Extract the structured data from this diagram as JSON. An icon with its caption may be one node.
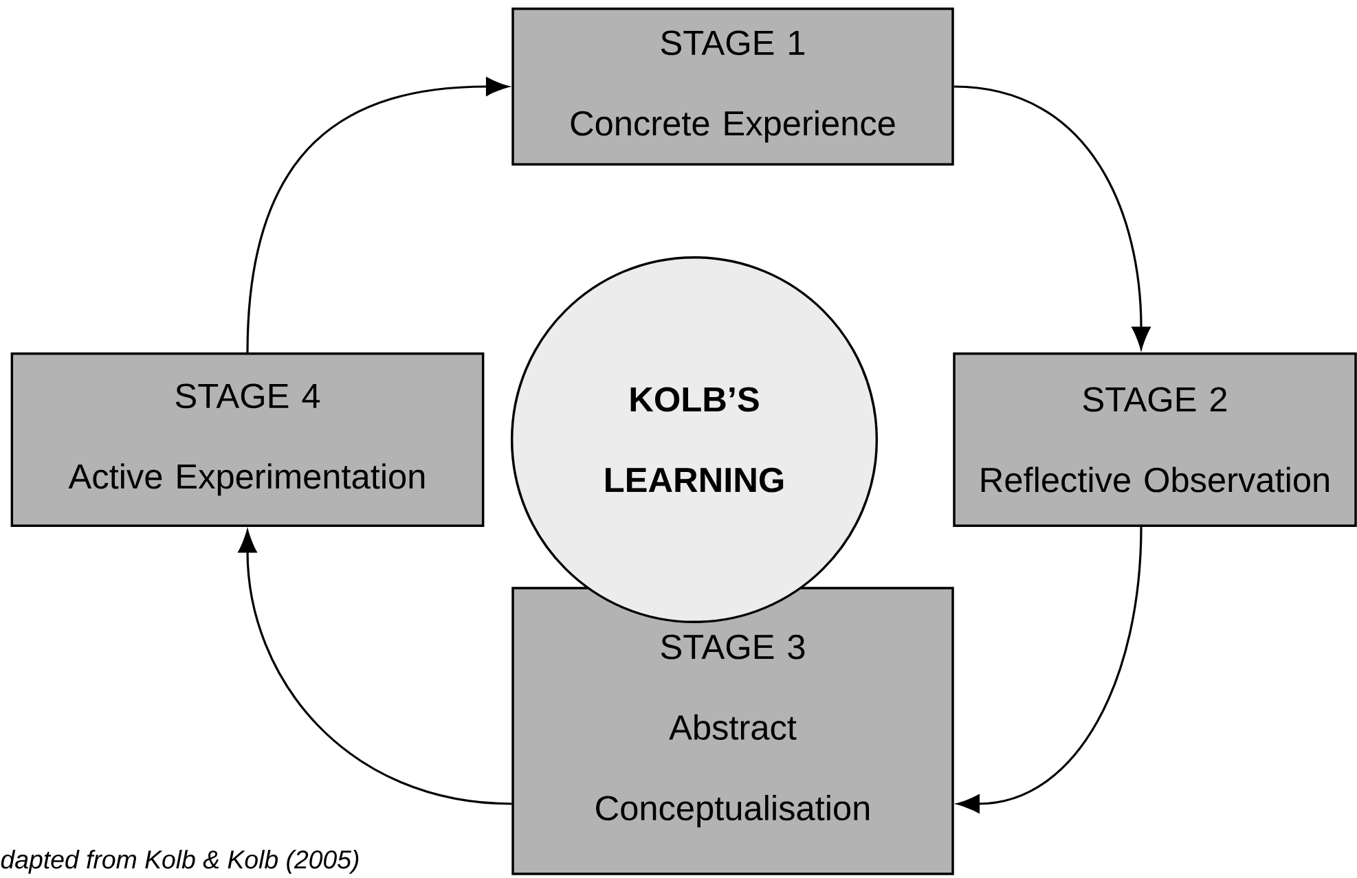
{
  "diagram": {
    "caption": "dapted from Kolb & Kolb (2005)",
    "nodes": [
      {
        "text": [
          "STAGE 1",
          "Concrete Experience"
        ]
      },
      {
        "text": [
          "STAGE 2",
          "Reflective Observation"
        ]
      },
      {
        "text": [
          "STAGE 3",
          "Abstract Conceptualisation"
        ]
      },
      {
        "text": [
          "STAGE 4",
          "Active Experimentation"
        ]
      },
      {
        "text": [
          "KOLB’S LEARNING"
        ]
      }
    ],
    "edges": [
      {
        "from": 0,
        "to": 1,
        "arrow": "to"
      },
      {
        "from": 1,
        "to": 2,
        "arrow": "to"
      },
      {
        "from": 2,
        "to": 3,
        "arrow": "to"
      },
      {
        "from": 3,
        "to": 0,
        "arrow": "to"
      }
    ]
  }
}
